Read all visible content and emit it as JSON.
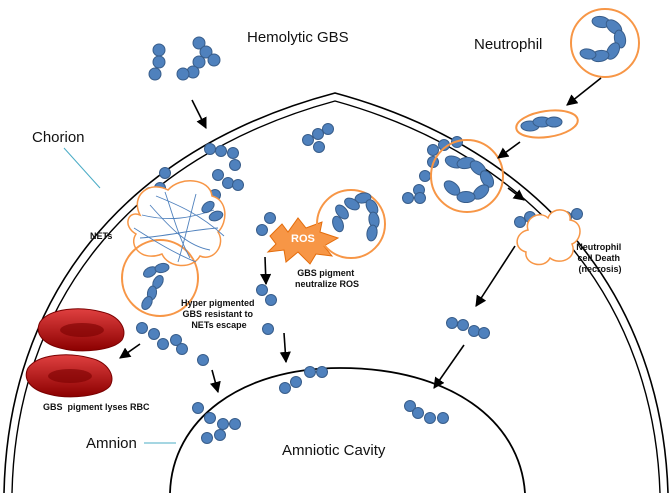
{
  "labels": {
    "hemolytic_gbs": "Hemolytic GBS",
    "neutrophil": "Neutrophil",
    "chorion": "Chorion",
    "nets": "NETs",
    "ros": "ROS",
    "gbs_pigment_ros": [
      "GBS pigment",
      "neutralize ROS"
    ],
    "hyper_pigmented": [
      "Hyper pigmented",
      "GBS resistant to",
      "NETs escape"
    ],
    "neutrophil_death": [
      "Neutrophil",
      "cell Death",
      "(necrosis)"
    ],
    "gbs_lyses_rbc": "GBS  pigment lyses RBC",
    "amnion": "Amnion",
    "amniotic_cavity": "Amniotic Cavity"
  },
  "colors": {
    "bacteria_fill": "#4f81bd",
    "bacteria_stroke": "#385d8a",
    "cell_outline": "#f79646",
    "ros_burst": "#f79646",
    "net_fibers": "#4f81bd",
    "rbc": "#c00000",
    "arrow": "#000000",
    "membrane": "#000000",
    "leader_line": "#4bacc6"
  }
}
